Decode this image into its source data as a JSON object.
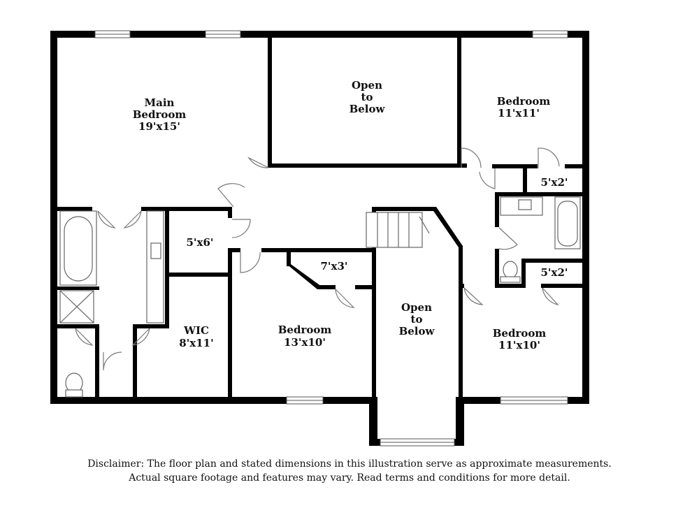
{
  "rooms": {
    "main_bedroom": {
      "name_line1": "Main",
      "name_line2": "Bedroom",
      "size": "19'x15'"
    },
    "open_below_top": {
      "line1": "Open",
      "line2": "to",
      "line3": "Below"
    },
    "bedroom_ne": {
      "name": "Bedroom",
      "size": "11'x11'"
    },
    "closet_ne": {
      "size": "5'x2'"
    },
    "closet_e": {
      "size": "5'x2'"
    },
    "closet_mid": {
      "size": "5'x6'"
    },
    "closet_small": {
      "size": "7'x3'"
    },
    "wic": {
      "name": "WIC",
      "size": "8'x11'"
    },
    "bedroom_center": {
      "name": "Bedroom",
      "size": "13'x10'"
    },
    "open_below_center": {
      "line1": "Open",
      "line2": "to",
      "line3": "Below"
    },
    "bedroom_se": {
      "name": "Bedroom",
      "size": "11'x10'"
    }
  },
  "disclaimer": {
    "line1": "Disclaimer: The floor plan and stated dimensions in this illustration serve as approximate measurements.",
    "line2": "Actual square footage and features may vary. Read terms and conditions for more detail."
  },
  "colors": {
    "wall": "#000000",
    "fixture_stroke": "#666666",
    "window_fill": "#ffffff"
  }
}
